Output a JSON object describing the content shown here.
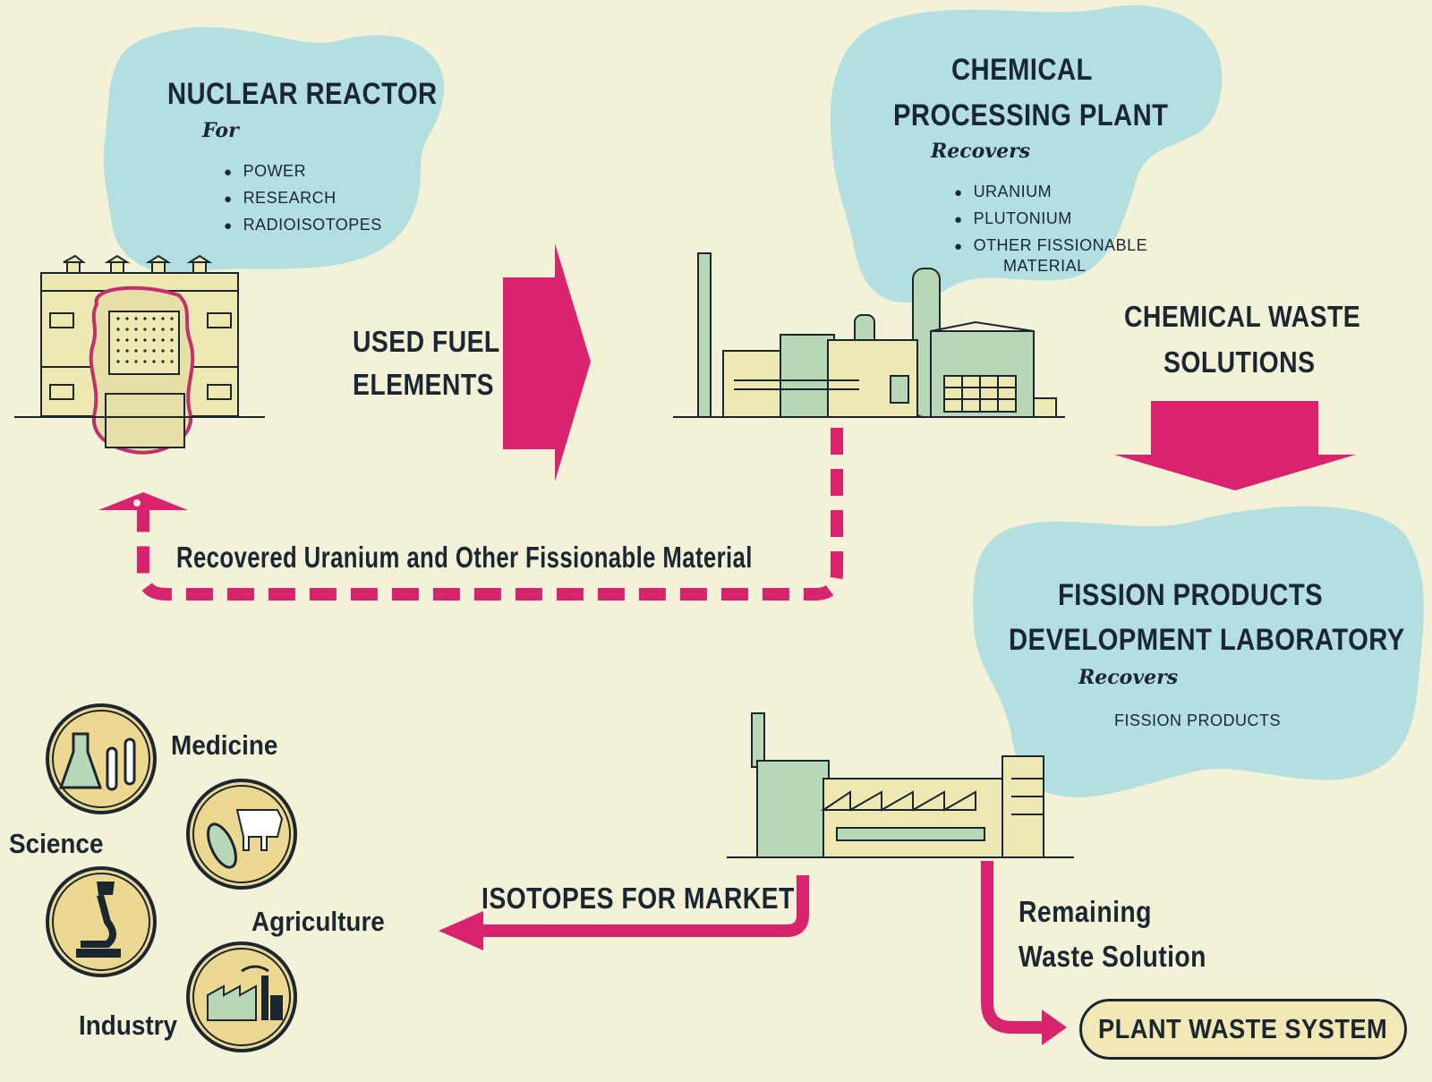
{
  "reactor": {
    "title": "NUCLEAR REACTOR",
    "subtitle": "For",
    "items": [
      "POWER",
      "RESEARCH",
      "RADIOISOTOPES"
    ]
  },
  "chemical_plant": {
    "title_line1": "CHEMICAL",
    "title_line2": "PROCESSING PLANT",
    "subtitle": "Recovers",
    "items": [
      "URANIUM",
      "PLUTONIUM",
      "OTHER FISSIONABLE"
    ],
    "item_continuation": "MATERIAL"
  },
  "lab": {
    "title_line1": "FISSION PRODUCTS",
    "title_line2": "DEVELOPMENT LABORATORY",
    "subtitle": "Recovers",
    "item": "FISSION PRODUCTS"
  },
  "flows": {
    "used_fuel_line1": "USED FUEL",
    "used_fuel_line2": "ELEMENTS",
    "chem_waste_line1": "CHEMICAL WASTE",
    "chem_waste_line2": "SOLUTIONS",
    "recovered": "Recovered Uranium and Other Fissionable Material",
    "isotopes": "ISOTOPES FOR MARKET",
    "remaining_line1": "Remaining",
    "remaining_line2": "Waste Solution",
    "plant_waste": "PLANT WASTE SYSTEM"
  },
  "markets": {
    "medicine": "Medicine",
    "science": "Science",
    "agriculture": "Agriculture",
    "industry": "Industry"
  },
  "colors": {
    "background": "#f4f1d9",
    "cloud": "#b3dfe0",
    "arrow": "#d9236e",
    "building": "#eee9b3",
    "building_shade": "#b7d7b7",
    "ink": "#1b2730"
  }
}
